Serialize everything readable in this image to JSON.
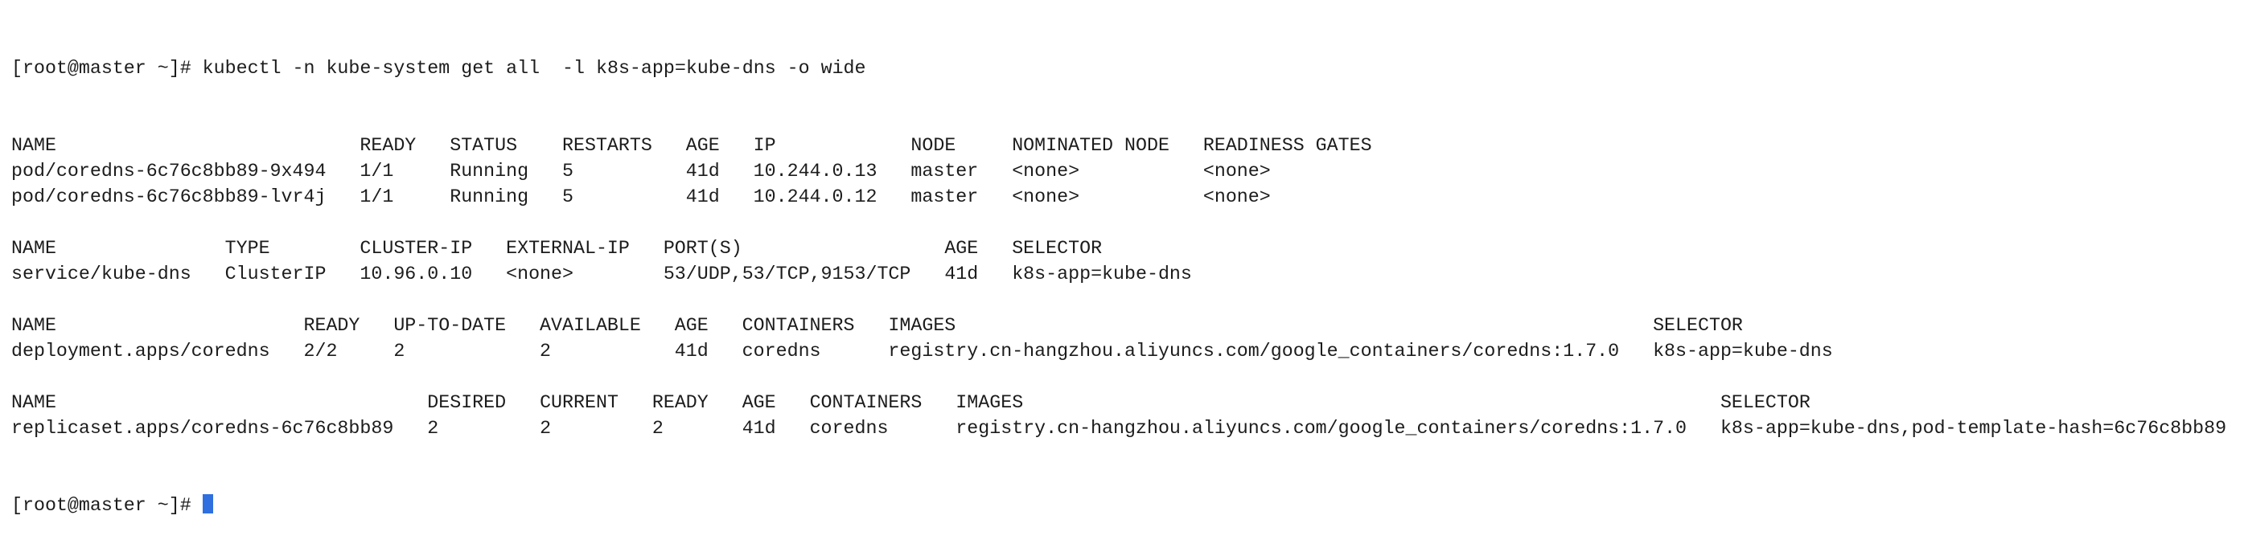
{
  "terminal": {
    "prompt": "[root@master ~]# ",
    "command": "kubectl -n kube-system get all  -l k8s-app=kube-dns -o wide",
    "cursor_color": "#2f6fe0",
    "tables": [
      {
        "name": "pods",
        "headers": [
          "NAME",
          "READY",
          "STATUS",
          "RESTARTS",
          "AGE",
          "IP",
          "NODE",
          "NOMINATED NODE",
          "READINESS GATES"
        ],
        "rows": [
          [
            "pod/coredns-6c76c8bb89-9x494",
            "1/1",
            "Running",
            "5",
            "41d",
            "10.244.0.13",
            "master",
            "<none>",
            "<none>"
          ],
          [
            "pod/coredns-6c76c8bb89-lvr4j",
            "1/1",
            "Running",
            "5",
            "41d",
            "10.244.0.12",
            "master",
            "<none>",
            "<none>"
          ]
        ]
      },
      {
        "name": "services",
        "headers": [
          "NAME",
          "TYPE",
          "CLUSTER-IP",
          "EXTERNAL-IP",
          "PORT(S)",
          "AGE",
          "SELECTOR"
        ],
        "rows": [
          [
            "service/kube-dns",
            "ClusterIP",
            "10.96.0.10",
            "<none>",
            "53/UDP,53/TCP,9153/TCP",
            "41d",
            "k8s-app=kube-dns"
          ]
        ]
      },
      {
        "name": "deployments",
        "headers": [
          "NAME",
          "READY",
          "UP-TO-DATE",
          "AVAILABLE",
          "AGE",
          "CONTAINERS",
          "IMAGES",
          "SELECTOR"
        ],
        "rows": [
          [
            "deployment.apps/coredns",
            "2/2",
            "2",
            "2",
            "41d",
            "coredns",
            "registry.cn-hangzhou.aliyuncs.com/google_containers/coredns:1.7.0",
            "k8s-app=kube-dns"
          ]
        ]
      },
      {
        "name": "replicasets",
        "headers": [
          "NAME",
          "DESIRED",
          "CURRENT",
          "READY",
          "AGE",
          "CONTAINERS",
          "IMAGES",
          "SELECTOR"
        ],
        "rows": [
          [
            "replicaset.apps/coredns-6c76c8bb89",
            "2",
            "2",
            "2",
            "41d",
            "coredns",
            "registry.cn-hangzhou.aliyuncs.com/google_containers/coredns:1.7.0",
            "k8s-app=kube-dns,pod-template-hash=6c76c8bb89"
          ]
        ]
      }
    ]
  }
}
